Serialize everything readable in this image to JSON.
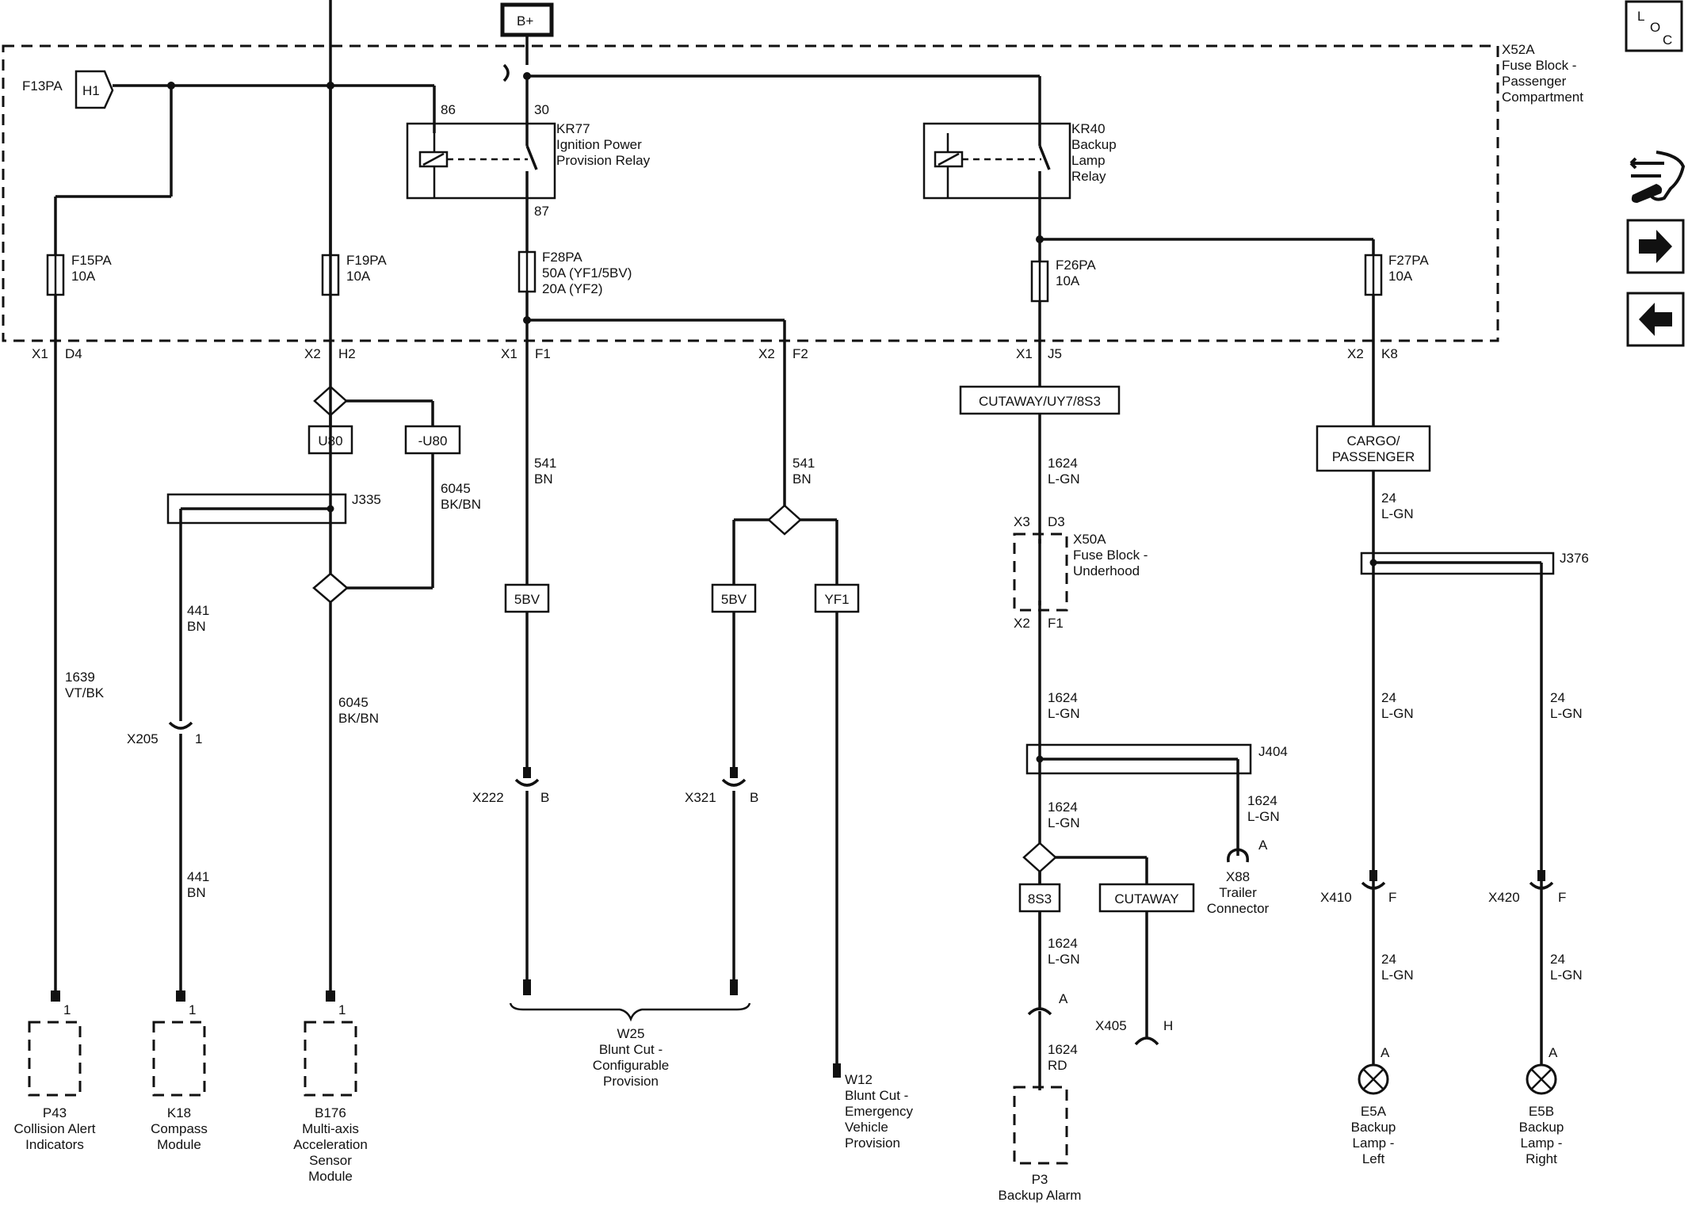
{
  "power": {
    "bplus": "B+"
  },
  "fuse_block_p": {
    "id": "X52A",
    "name1": "Fuse Block -",
    "name2": "Passenger",
    "name3": "Compartment"
  },
  "f13": {
    "label": "F13PA",
    "pin": "H1"
  },
  "relays": {
    "kr77": {
      "id": "KR77",
      "l1": "Ignition Power",
      "l2": "Provision Relay",
      "p86": "86",
      "p30": "30",
      "p87": "87"
    },
    "kr40": {
      "id": "KR40",
      "l1": "Backup",
      "l2": "Lamp",
      "l3": "Relay"
    }
  },
  "fuses": {
    "f15": {
      "id": "F15PA",
      "rating": "10A"
    },
    "f19": {
      "id": "F19PA",
      "rating": "10A"
    },
    "f28": {
      "id": "F28PA",
      "r1": "50A (YF1/5BV)",
      "r2": "20A (YF2)"
    },
    "f26": {
      "id": "F26PA",
      "rating": "10A"
    },
    "f27": {
      "id": "F27PA",
      "rating": "10A"
    }
  },
  "pins": {
    "x1d4a": "X1",
    "x1d4b": "D4",
    "x2h2a": "X2",
    "x2h2b": "H2",
    "x1f1a": "X1",
    "x1f1b": "F1",
    "x2f2a": "X2",
    "x2f2b": "F2",
    "x1j5a": "X1",
    "x1j5b": "J5",
    "x2k8a": "X2",
    "x2k8b": "K8"
  },
  "options": {
    "u80": "U80",
    "nu80": "-U80",
    "bv5a": "5BV",
    "bv5b": "5BV",
    "yf1": "YF1",
    "cutaway_uy7": "CUTAWAY/UY7/8S3",
    "cargo1": "CARGO/",
    "cargo2": "PASSENGER",
    "s83": "8S3",
    "cutaway": "CUTAWAY"
  },
  "wires": {
    "w6045a_n": "6045",
    "w6045a_c": "BK/BN",
    "w441a_n": "441",
    "w441a_c": "BN",
    "w1639_n": "1639",
    "w1639_c": "VT/BK",
    "w6045b_n": "6045",
    "w6045b_c": "BK/BN",
    "w441b_n": "441",
    "w441b_c": "BN",
    "w541a_n": "541",
    "w541a_c": "BN",
    "w541b_n": "541",
    "w541b_c": "BN",
    "w1624a_n": "1624",
    "w1624a_c": "L-GN",
    "w1624b_n": "1624",
    "w1624b_c": "L-GN",
    "w1624c_n": "1624",
    "w1624c_c": "L-GN",
    "w1624d_n": "1624",
    "w1624d_c": "L-GN",
    "w1624e_n": "1624",
    "w1624e_c": "L-GN",
    "w1624f_n": "1624",
    "w1624f_c": "RD",
    "w24a_n": "24",
    "w24a_c": "L-GN",
    "w24b_n": "24",
    "w24b_c": "L-GN",
    "w24c_n": "24",
    "w24c_c": "L-GN",
    "w24d_n": "24",
    "w24d_c": "L-GN",
    "w24e_n": "24",
    "w24e_c": "L-GN"
  },
  "splices": {
    "j335": "J335",
    "j376": "J376",
    "j404": "J404"
  },
  "connectors": {
    "x205": "X205",
    "x205p": "1",
    "x222": "X222",
    "x222p": "B",
    "x321": "X321",
    "x321p": "B",
    "x410": "X410",
    "x410p": "F",
    "x420": "X420",
    "x420p": "F",
    "x405": "X405",
    "x405p": "H",
    "x88p": "A",
    "x88a": "X88",
    "x88b": "Trailer",
    "x88c": "Connector",
    "p3p": "A",
    "x50a_x3": "X3",
    "x50a_d3": "D3",
    "x50a_x2": "X2",
    "x50a_f1": "F1",
    "x50a_id": "X50A",
    "x50a_n1": "Fuse Block -",
    "x50a_n2": "Underhood"
  },
  "components": {
    "p43_pin": "1",
    "p43_id": "P43",
    "p43_l1": "Collision Alert",
    "p43_l2": "Indicators",
    "k18_pin": "1",
    "k18_id": "K18",
    "k18_l1": "Compass",
    "k18_l2": "Module",
    "b176_pin": "1",
    "b176_id": "B176",
    "b176_l1": "Multi-axis",
    "b176_l2": "Acceleration",
    "b176_l3": "Sensor",
    "b176_l4": "Module",
    "w25_id": "W25",
    "w25_l1": "Blunt Cut -",
    "w25_l2": "Configurable",
    "w25_l3": "Provision",
    "w12_id": "W12",
    "w12_l1": "Blunt Cut -",
    "w12_l2": "Emergency",
    "w12_l3": "Vehicle",
    "w12_l4": "Provision",
    "p3_id": "P3",
    "p3_l1": "Backup Alarm",
    "e5a_pin": "A",
    "e5a_id": "E5A",
    "e5a_l1": "Backup",
    "e5a_l2": "Lamp -",
    "e5a_l3": "Left",
    "e5b_pin": "A",
    "e5b_id": "E5B",
    "e5b_l1": "Backup",
    "e5b_l2": "Lamp -",
    "e5b_l3": "Right"
  },
  "nav": {
    "loc_l": "L",
    "loc_o": "O",
    "loc_c": "C"
  }
}
